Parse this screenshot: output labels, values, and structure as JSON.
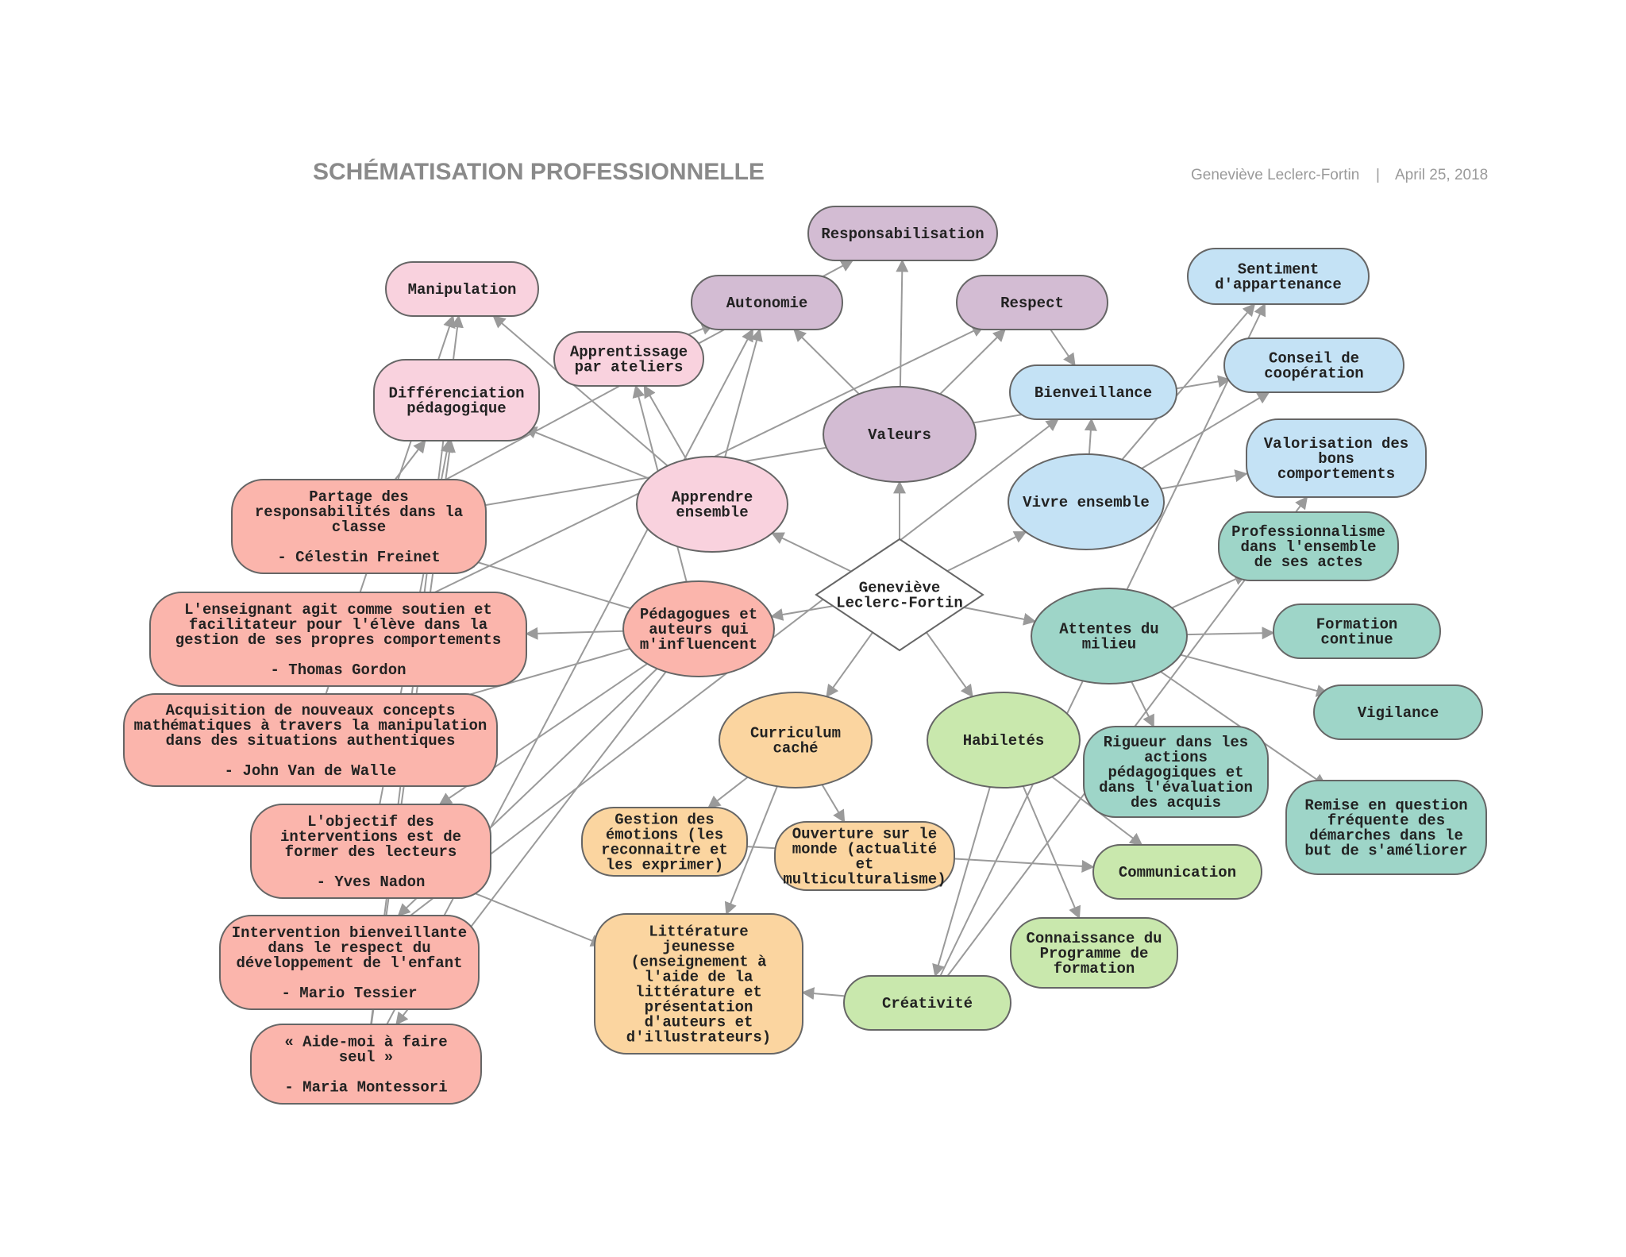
{
  "header": {
    "title": "SCHÉMATISATION PROFESSIONNELLE",
    "author": "Geneviève Leclerc-Fortin",
    "separator": "|",
    "date": "April 25, 2018"
  },
  "colors": {
    "purple": "#d3bcd3",
    "pink": "#f9d2de",
    "salmon": "#fbb5ac",
    "blue": "#c4e2f5",
    "teal": "#9ed5c8",
    "orange": "#fbd5a0",
    "green": "#c9e8ad",
    "center": "#ffffff",
    "edge": "#9a9a9a"
  },
  "nodes": [
    {
      "id": "center",
      "lines": [
        "Geneviève",
        "Leclerc-Fortin"
      ],
      "color": "center"
    },
    {
      "id": "valeurs",
      "lines": [
        "Valeurs"
      ],
      "color": "purple"
    },
    {
      "id": "responsabilisation",
      "lines": [
        "Responsabilisation"
      ],
      "color": "purple"
    },
    {
      "id": "autonomie",
      "lines": [
        "Autonomie"
      ],
      "color": "purple"
    },
    {
      "id": "respect",
      "lines": [
        "Respect"
      ],
      "color": "purple"
    },
    {
      "id": "manipulation",
      "lines": [
        "Manipulation"
      ],
      "color": "pink"
    },
    {
      "id": "apprentissage",
      "lines": [
        "Apprentissage",
        "par ateliers"
      ],
      "color": "pink"
    },
    {
      "id": "differenciation",
      "lines": [
        "Différenciation",
        "pédagogique"
      ],
      "color": "pink"
    },
    {
      "id": "apprendre",
      "lines": [
        "Apprendre",
        "ensemble"
      ],
      "color": "pink"
    },
    {
      "id": "pedagogues",
      "lines": [
        "Pédagogues et",
        "auteurs qui",
        "m'influencent"
      ],
      "color": "salmon"
    },
    {
      "id": "freinet",
      "lines": [
        "Partage des",
        "responsabilités dans la",
        "classe",
        "",
        "- Célestin Freinet"
      ],
      "color": "salmon"
    },
    {
      "id": "gordon",
      "lines": [
        "L'enseignant agit comme soutien et",
        "facilitateur pour l'élève dans la",
        "gestion de ses propres comportements",
        "",
        "- Thomas Gordon"
      ],
      "color": "salmon"
    },
    {
      "id": "vandewalle",
      "lines": [
        "Acquisition de nouveaux concepts",
        "mathématiques à travers la manipulation",
        "dans des situations authentiques",
        "",
        "- John Van de Walle"
      ],
      "color": "salmon"
    },
    {
      "id": "nadon",
      "lines": [
        "L'objectif des",
        "interventions est de",
        "former des lecteurs",
        "",
        "- Yves Nadon"
      ],
      "color": "salmon"
    },
    {
      "id": "tessier",
      "lines": [
        "Intervention bienveillante",
        "dans le respect du",
        "développement de l'enfant",
        "",
        "- Mario Tessier"
      ],
      "color": "salmon"
    },
    {
      "id": "montessori",
      "lines": [
        "« Aide-moi à faire",
        "seul »",
        "",
        "- Maria Montessori"
      ],
      "color": "salmon"
    },
    {
      "id": "bienveillance",
      "lines": [
        "Bienveillance"
      ],
      "color": "blue"
    },
    {
      "id": "vivre",
      "lines": [
        "Vivre ensemble"
      ],
      "color": "blue"
    },
    {
      "id": "sentiment",
      "lines": [
        "Sentiment",
        "d'appartenance"
      ],
      "color": "blue"
    },
    {
      "id": "conseil",
      "lines": [
        "Conseil de",
        "coopération"
      ],
      "color": "blue"
    },
    {
      "id": "valorisation",
      "lines": [
        "Valorisation des",
        "bons",
        "comportements"
      ],
      "color": "blue"
    },
    {
      "id": "attentes",
      "lines": [
        "Attentes du",
        "milieu"
      ],
      "color": "teal"
    },
    {
      "id": "professionnalisme",
      "lines": [
        "Professionnalisme",
        "dans l'ensemble",
        "de ses actes"
      ],
      "color": "teal"
    },
    {
      "id": "formation",
      "lines": [
        "Formation",
        "continue"
      ],
      "color": "teal"
    },
    {
      "id": "vigilance",
      "lines": [
        "Vigilance"
      ],
      "color": "teal"
    },
    {
      "id": "rigueur",
      "lines": [
        "Rigueur dans les",
        "actions",
        "pédagogiques et",
        "dans l'évaluation",
        "des acquis"
      ],
      "color": "teal"
    },
    {
      "id": "remise",
      "lines": [
        "Remise en question",
        "fréquente des",
        "démarches dans le",
        "but de s'améliorer"
      ],
      "color": "teal"
    },
    {
      "id": "curriculum",
      "lines": [
        "Curriculum",
        "caché"
      ],
      "color": "orange"
    },
    {
      "id": "gestion",
      "lines": [
        "Gestion des",
        "émotions (les",
        "reconnaitre et",
        "les exprimer)"
      ],
      "color": "orange"
    },
    {
      "id": "ouverture",
      "lines": [
        "Ouverture sur le",
        "monde (actualité",
        "et",
        "multiculturalisme)"
      ],
      "color": "orange"
    },
    {
      "id": "litterature",
      "lines": [
        "Littérature",
        "jeunesse",
        "(enseignement à",
        "l'aide de la",
        "littérature et",
        "présentation",
        "d'auteurs et",
        "d'illustrateurs)"
      ],
      "color": "orange"
    },
    {
      "id": "habiletes",
      "lines": [
        "Habiletés"
      ],
      "color": "green"
    },
    {
      "id": "communication",
      "lines": [
        "Communication"
      ],
      "color": "green"
    },
    {
      "id": "connaissance",
      "lines": [
        "Connaissance du",
        "Programme de",
        "formation"
      ],
      "color": "green"
    },
    {
      "id": "creativite",
      "lines": [
        "Créativité"
      ],
      "color": "green"
    }
  ],
  "edges": [
    [
      "center",
      "valeurs"
    ],
    [
      "center",
      "pedagogues"
    ],
    [
      "center",
      "apprendre"
    ],
    [
      "center",
      "vivre"
    ],
    [
      "center",
      "attentes"
    ],
    [
      "center",
      "curriculum"
    ],
    [
      "center",
      "habiletes"
    ],
    [
      "valeurs",
      "responsabilisation"
    ],
    [
      "valeurs",
      "autonomie"
    ],
    [
      "valeurs",
      "respect"
    ],
    [
      "respect",
      "bienveillance"
    ],
    [
      "apprentissage",
      "autonomie"
    ],
    [
      "apprendre",
      "apprentissage"
    ],
    [
      "apprendre",
      "manipulation"
    ],
    [
      "apprendre",
      "differenciation"
    ],
    [
      "apprendre",
      "autonomie"
    ],
    [
      "freinet",
      "differenciation"
    ],
    [
      "freinet",
      "responsabilisation"
    ],
    [
      "freinet",
      "conseil"
    ],
    [
      "pedagogues",
      "freinet"
    ],
    [
      "pedagogues",
      "gordon"
    ],
    [
      "pedagogues",
      "vandewalle"
    ],
    [
      "pedagogues",
      "nadon"
    ],
    [
      "pedagogues",
      "tessier"
    ],
    [
      "pedagogues",
      "montessori"
    ],
    [
      "pedagogues",
      "apprentissage"
    ],
    [
      "gordon",
      "respect"
    ],
    [
      "vandewalle",
      "manipulation"
    ],
    [
      "nadon",
      "litterature"
    ],
    [
      "nadon",
      "differenciation"
    ],
    [
      "tessier",
      "bienveillance"
    ],
    [
      "montessori",
      "autonomie"
    ],
    [
      "montessori",
      "manipulation"
    ],
    [
      "montessori",
      "differenciation"
    ],
    [
      "vivre",
      "bienveillance"
    ],
    [
      "vivre",
      "sentiment"
    ],
    [
      "vivre",
      "conseil"
    ],
    [
      "vivre",
      "valorisation"
    ],
    [
      "attentes",
      "professionnalisme"
    ],
    [
      "attentes",
      "formation"
    ],
    [
      "attentes",
      "vigilance"
    ],
    [
      "attentes",
      "rigueur"
    ],
    [
      "attentes",
      "remise"
    ],
    [
      "curriculum",
      "gestion"
    ],
    [
      "curriculum",
      "ouverture"
    ],
    [
      "curriculum",
      "litterature"
    ],
    [
      "gestion",
      "communication"
    ],
    [
      "habiletes",
      "communication"
    ],
    [
      "habiletes",
      "connaissance"
    ],
    [
      "habiletes",
      "creativite"
    ],
    [
      "creativite",
      "litterature"
    ],
    [
      "creativite",
      "sentiment"
    ],
    [
      "creativite",
      "valorisation"
    ]
  ]
}
